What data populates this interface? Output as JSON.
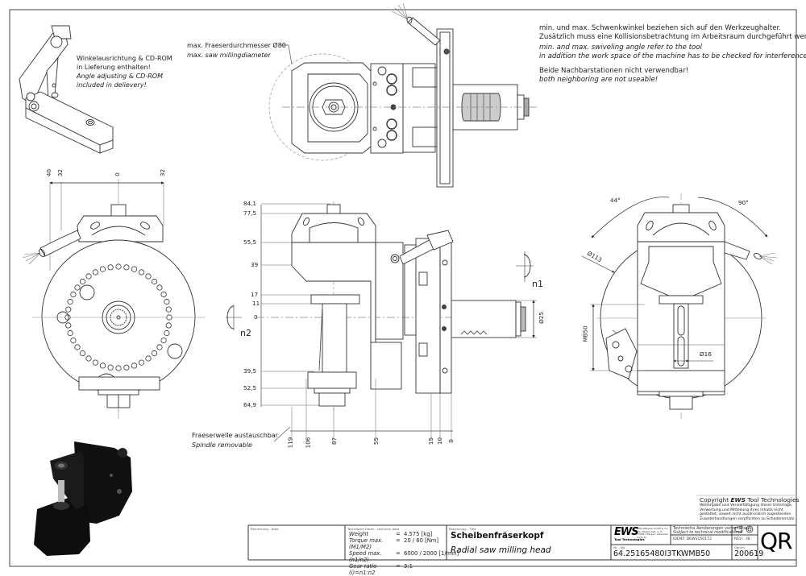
{
  "notes": {
    "angle_note_de_1": "min. und max. Schwenkwinkel beziehen sich auf den Werkzeughalter.",
    "angle_note_de_2": "Zusätzlich muss eine Kollisionsbetrachtung im Arbeitsraum durchgeführt werden!",
    "angle_note_en_1": "min. and max. swiveling angle refer to the tool",
    "angle_note_en_2": "in addition the work space of the machine has to be checked for interferences!",
    "neighbor_de": "Beide Nachbarstationen nicht verwendbar!",
    "neighbor_en": "both neighboring are not useable!",
    "accessory_de_1": "Winkelausrichtung & CD-ROM",
    "accessory_de_2": "in Lieferung enthalten!",
    "accessory_en_1": "Angle adjusting & CD-ROM",
    "accessory_en_2": "included in delievery!",
    "max_dia_de": "max. Fraeserdurchmesser Ø80",
    "max_dia_en": "max. saw millingdiameter",
    "spindle_de": "Fraeserwelle austauschbar",
    "spindle_en": "Spindle removable"
  },
  "dimensions": {
    "front_top": [
      "40",
      "32",
      "0",
      "32"
    ],
    "side_vertical": [
      "84,1",
      "77,5",
      "55,5",
      "39",
      "17",
      "11",
      "0",
      "39,5",
      "52,5",
      "64,9"
    ],
    "side_bottom": [
      "119",
      "106",
      "87",
      "55",
      "15",
      "10",
      "0"
    ],
    "right_view": {
      "angle_left": "44°",
      "angle_right": "90°",
      "dia_outer": "Ø113",
      "dia_shaft": "Ø16",
      "height": "MB50"
    },
    "shank_dia": "Ø25",
    "rot_n1": "n1",
    "rot_n2": "n2"
  },
  "title_block": {
    "remark_label": "Bemerkung - Note",
    "tech_label": "Technische Daten - technical data",
    "tech_rows": [
      {
        "label": "Weight",
        "sep": "=",
        "value": "4.575 [kg]"
      },
      {
        "label": "Torque max. (M1/M2)",
        "sep": "=",
        "value": "20 / 60 [Nm]"
      },
      {
        "label": "Speed max. (n1/n2)",
        "sep": "=",
        "value": "6000 / 2000 [1/min]"
      },
      {
        "label": "Gear ratio (i)=n1:n2",
        "sep": "=",
        "value": "3:1"
      }
    ],
    "name_label": "Benennung - Title",
    "title_de": "Scheibenfräserkopf",
    "title_en": "Radial saw milling head",
    "company_logo": "EWS",
    "company_sub": "Tool Technologies",
    "company_address": "EWS Weigele GmbH & Co. KG, Maybachstr. 1, D-73095 Uhingen, www.ews-tools.de",
    "change_de": "Technische Aenderungen vorbehalten!",
    "change_en": "Subject to technical modifications!",
    "ident_label": "IDENT:",
    "ident_value": "DEWS150172",
    "rev_label": "REV.:",
    "rev_value": "-/B",
    "number_label": "Nr. - No.",
    "part_number": "64.25165480I3TKWMB50",
    "date_label": "Datum",
    "date_value": "200619",
    "qr_label": "QR"
  },
  "copyright": {
    "title_prefix": "Copyright ",
    "title_brand": "EWS",
    "title_suffix": " Tool Technologies",
    "lines": [
      "Weitergabe und Vervielfältigung dieser Unterlage,",
      "Verwertung und Mitteilung ihres Inhalts nicht",
      "gestattet, soweit nicht ausdrücklich zugestanden.",
      "Zuwiderhandlungen verpflichten zu Schadenersatz."
    ]
  },
  "colors": {
    "line": "#333333",
    "center": "#888888",
    "solid": "#1a1a1a"
  }
}
